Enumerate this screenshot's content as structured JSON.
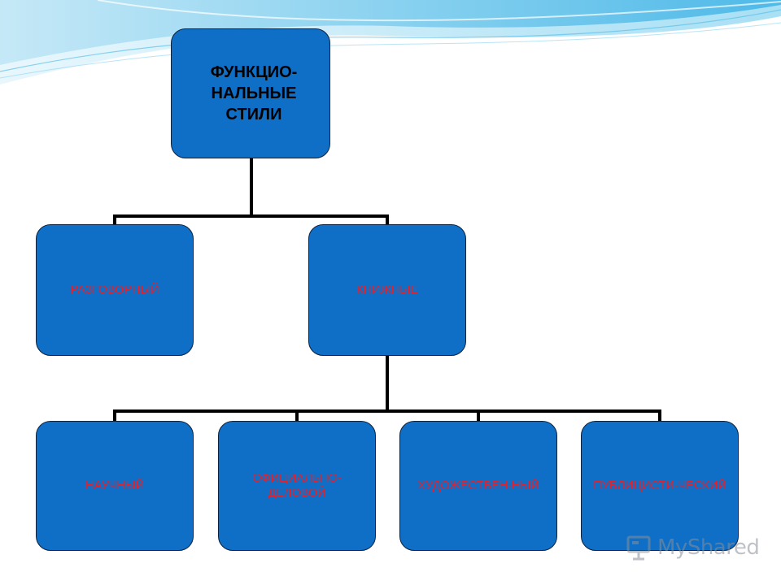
{
  "diagram": {
    "root": {
      "label": "ФУНКЦИО-НАЛЬНЫЕ СТИЛИ"
    },
    "level1": [
      {
        "label": "РАЗГОВОРНЫЙ"
      },
      {
        "label": "КНИЖНЫЕ"
      }
    ],
    "level2": [
      {
        "label": "НАУЧНЫЙ"
      },
      {
        "label": "ОФИЦИАЛЬНО-ДЕЛОВОЙ"
      },
      {
        "label": "ХУДОЖЕСТВЕН-НЫЙ"
      },
      {
        "label": "ПУБЛИЦИСТИ-ЧЕСКИЙ"
      }
    ],
    "colors": {
      "box_fill": "#0f6fc6",
      "root_text": "#000000",
      "child_text": "#e8202a",
      "connector": "#000000"
    }
  },
  "watermark": {
    "text": "MyShared",
    "icon": "presentation-board-icon"
  }
}
